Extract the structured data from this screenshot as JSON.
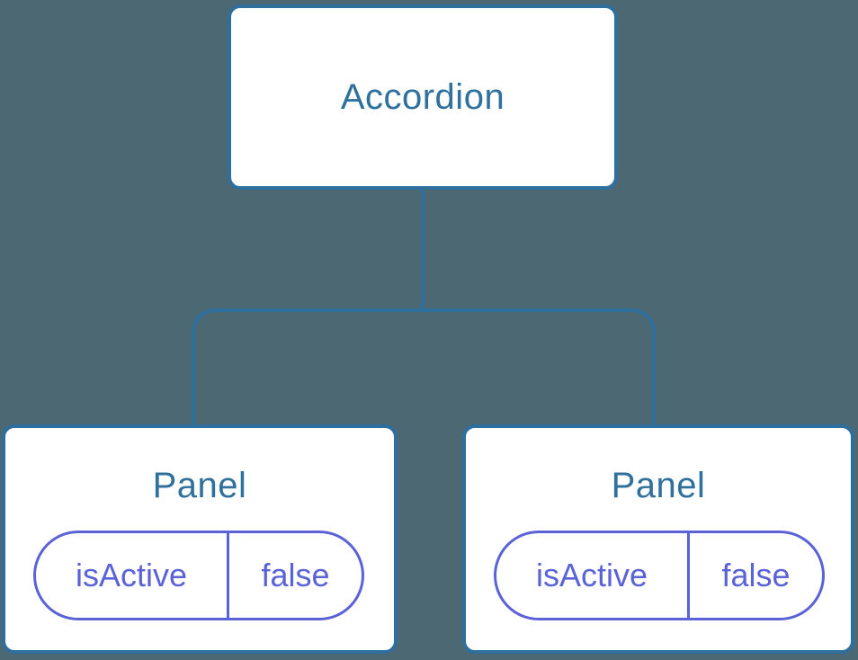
{
  "diagram": {
    "root": {
      "label": "Accordion"
    },
    "children": [
      {
        "label": "Panel",
        "state": {
          "key": "isActive",
          "value": "false"
        }
      },
      {
        "label": "Panel",
        "state": {
          "key": "isActive",
          "value": "false"
        }
      }
    ]
  },
  "colors": {
    "background": "#4c6872",
    "node_fill": "#ffffff",
    "node_border": "#2e6f9e",
    "node_label": "#2f709d",
    "connector": "#2e6f9e",
    "state_accent": "#5b62d7"
  }
}
